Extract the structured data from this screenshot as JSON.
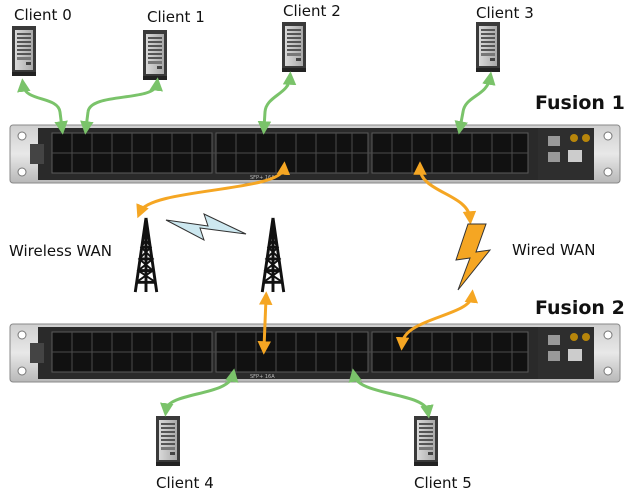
{
  "clients": [
    "Client 0",
    "Client 1",
    "Client 2",
    "Client 3",
    "Client 4",
    "Client 5"
  ],
  "switches": [
    "Fusion 1",
    "Fusion 2"
  ],
  "wan": {
    "wireless": "Wireless WAN",
    "wired": "Wired WAN"
  },
  "switch_panel_text": [
    "SFP+ 16A",
    "SFP+ 16A"
  ],
  "colors": {
    "client_link": "#7ac36a",
    "wan_link": "#f5a623",
    "wired_wan_bolt": "#f5a623",
    "wireless_bolt": "#cde8f0",
    "switch_body": "#2a2a2a",
    "server_body": "#3a3a3a"
  },
  "icons": [
    "server-icon",
    "switch-icon",
    "antenna-tower-icon",
    "lightning-bolt-icon"
  ]
}
